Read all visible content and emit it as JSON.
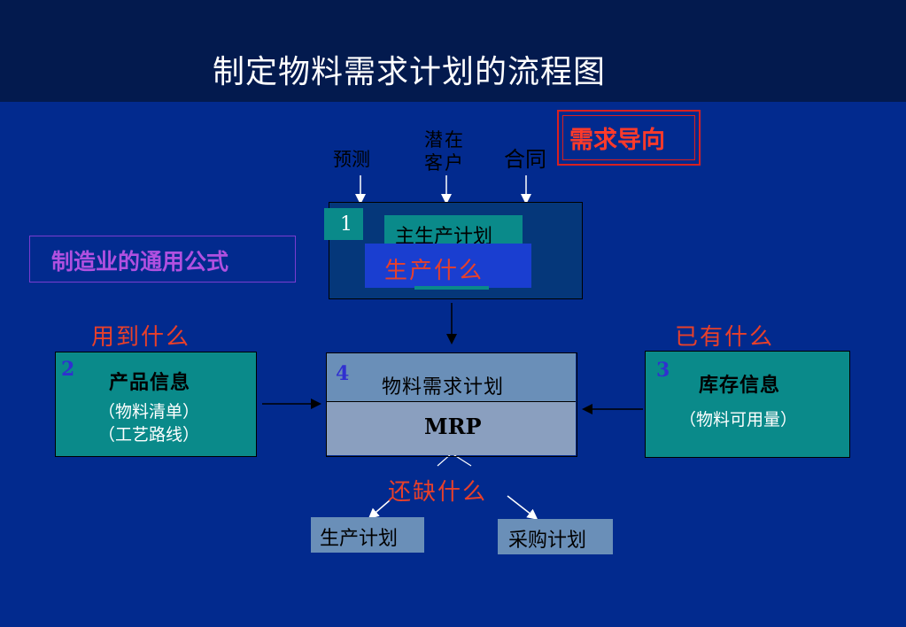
{
  "title": "制定物料需求计划的流程图",
  "inputs": {
    "forecast": "预测",
    "potential_line1": "潜在",
    "potential_line2": "客户",
    "contract": "合同"
  },
  "demand_oriented": "需求导向",
  "formula_label": "制造业的通用公式",
  "mps": {
    "number": "1",
    "title": "主生产计划",
    "question": "生产什么"
  },
  "used": "用到什么",
  "existing": "已有什么",
  "product_info": {
    "number": "2",
    "title": "产品信息",
    "line1": "（物料清单）",
    "line2": "（工艺路线）"
  },
  "mrp": {
    "number": "4",
    "title": "物料需求计划",
    "abbr": "MRP"
  },
  "inventory": {
    "number": "3",
    "title": "库存信息",
    "line1": "（物料可用量）"
  },
  "lacking": "还缺什么",
  "outputs": {
    "production_plan": "生产计划",
    "purchase_plan": "采购计划"
  },
  "colors": {
    "background": "#022a8e",
    "header": "#031a4e",
    "teal": "#0a8a8a",
    "red_text": "#e8402a",
    "mrp_top": "#6a8fb8",
    "mrp_bottom": "#8a9fbf"
  }
}
